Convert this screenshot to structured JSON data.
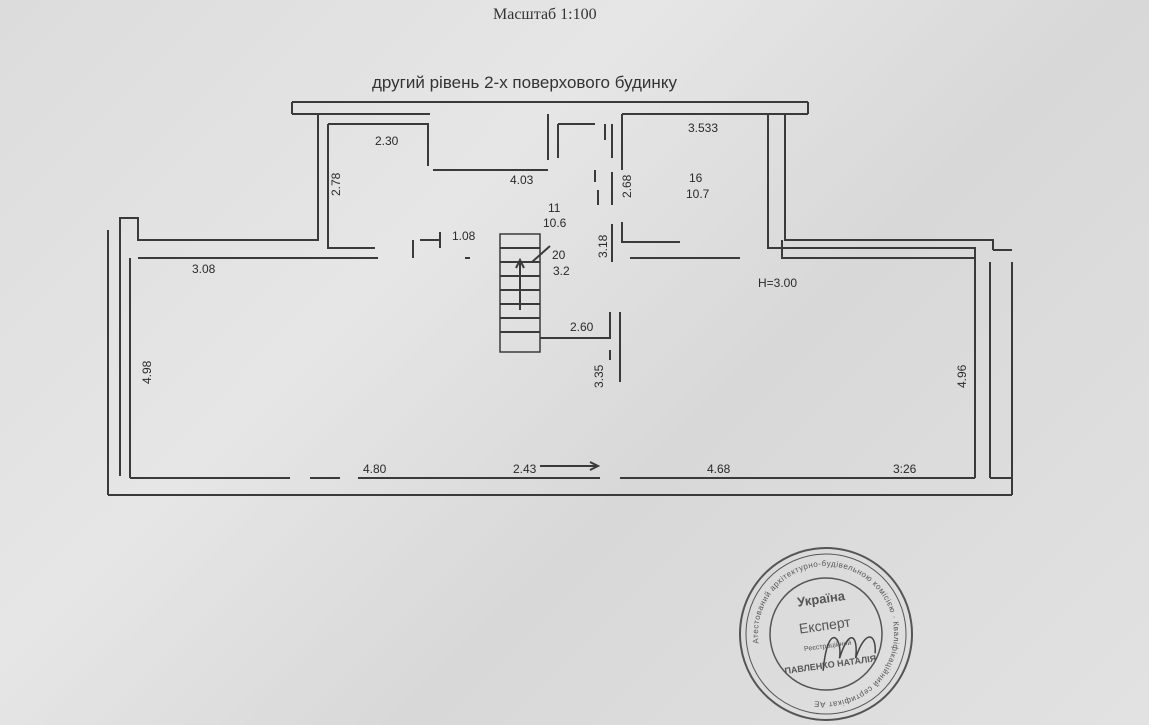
{
  "header": {
    "scale": "Масштаб 1:100",
    "title": "другий рівень 2-х поверхового будинку"
  },
  "dimensions": {
    "d_230": "2.30",
    "d_278": "2.78",
    "d_403": "4.03",
    "d_3533": "3.533",
    "d_268": "2.68",
    "d_108": "1.08",
    "d_318": "3.18",
    "d_308": "3.08",
    "d_260": "2.60",
    "d_335": "3.35",
    "d_498": "4.98",
    "d_496": "4.96",
    "d_480": "4.80",
    "d_243": "2.43",
    "d_468": "4.68",
    "d_326": "3:26",
    "height": "H=3.00"
  },
  "rooms": {
    "r11_num": "11",
    "r11_area": "10.6",
    "r16_num": "16",
    "r16_area": "10.7",
    "r20_num": "20",
    "r20_area": "3.2"
  },
  "stamp": {
    "country": "Україна",
    "role": "Експерт",
    "name": "ПАВЛЕНКО НАТАЛІЯ",
    "ring_text": "Атестований архітектурно-будівельною комісією · Кваліфікаційний сертифікат АЕ",
    "registry": "Реєстраційний"
  },
  "colors": {
    "paper": "#dedede",
    "ink": "#3a3a3a",
    "stamp": "#555555"
  }
}
